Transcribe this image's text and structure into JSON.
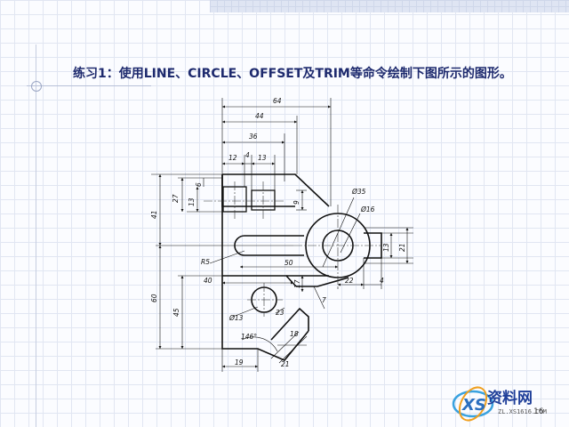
{
  "title": "练习1：使用LINE、CIRCLE、OFFSET及TRIM等命令绘制下图所示的图形。",
  "dimensions": {
    "d64": "64",
    "d44": "44",
    "d36": "36",
    "d12": "12",
    "d4a": "4",
    "d13a": "13",
    "d27": "27",
    "d13b": "13",
    "d6": "6",
    "d9": "9",
    "d41": "41",
    "phi35": "Ø35",
    "phi16": "Ø16",
    "r5": "R5",
    "d50": "50",
    "d13c": "13",
    "d21a": "21",
    "d22": "22",
    "d4b": "4",
    "d40": "40",
    "d17": "17",
    "d7": "7",
    "d60": "60",
    "d45": "45",
    "phi13": "Ø13",
    "d23": "23",
    "d18": "18",
    "angle146": "146°",
    "d19": "19",
    "d21b": "21"
  },
  "logo": {
    "text": "资料网",
    "url": "ZL.XS1616.COM"
  },
  "page_number": "16",
  "colors": {
    "title": "#1e2a6e",
    "grid": "#e1e6f2",
    "logo": "#1f3f99"
  }
}
